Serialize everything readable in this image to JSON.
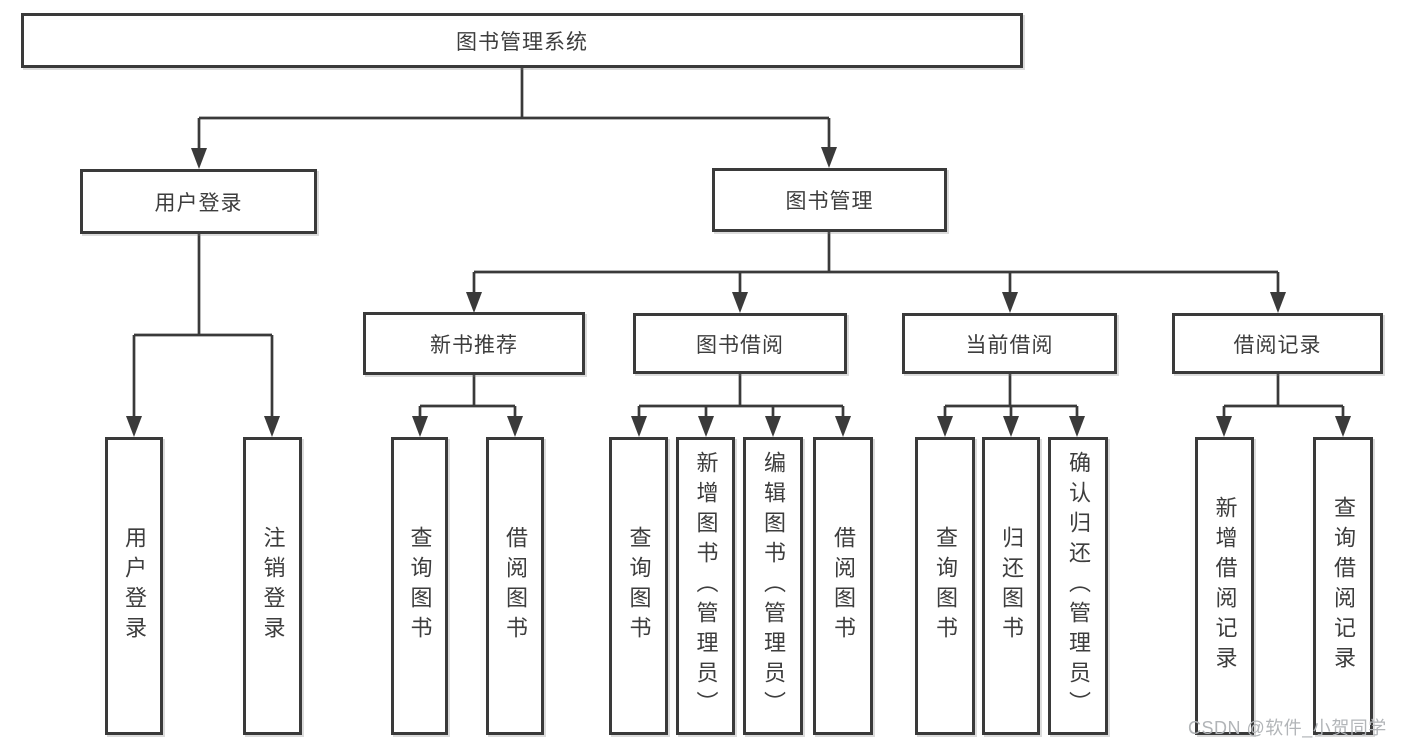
{
  "root": {
    "label": "图书管理系统"
  },
  "level2": {
    "user_login": {
      "label": "用户登录"
    },
    "book_management": {
      "label": "图书管理"
    }
  },
  "level3": {
    "new_book_recommend": {
      "label": "新书推荐"
    },
    "book_borrowing": {
      "label": "图书借阅"
    },
    "current_borrowing": {
      "label": "当前借阅"
    },
    "borrowing_records": {
      "label": "借阅记录"
    }
  },
  "leaves": {
    "user_login": [
      "用户登录",
      "注销登录"
    ],
    "new_book_recommend": [
      "查询图书",
      "借阅图书"
    ],
    "book_borrowing": [
      "查询图书",
      "新增图书（管理员）",
      "编辑图书（管理员）",
      "借阅图书"
    ],
    "current_borrowing": [
      "查询图书",
      "归还图书",
      "确认归还（管理员）"
    ],
    "borrowing_records": [
      "新增借阅记录",
      "查询借阅记录"
    ]
  },
  "watermark": {
    "text": "CSDN @软件_小贺同学"
  },
  "colors": {
    "line": "#3a3a3a",
    "text": "#3d3d3d",
    "watermark": "#b2b5b8",
    "background": "#ffffff"
  }
}
